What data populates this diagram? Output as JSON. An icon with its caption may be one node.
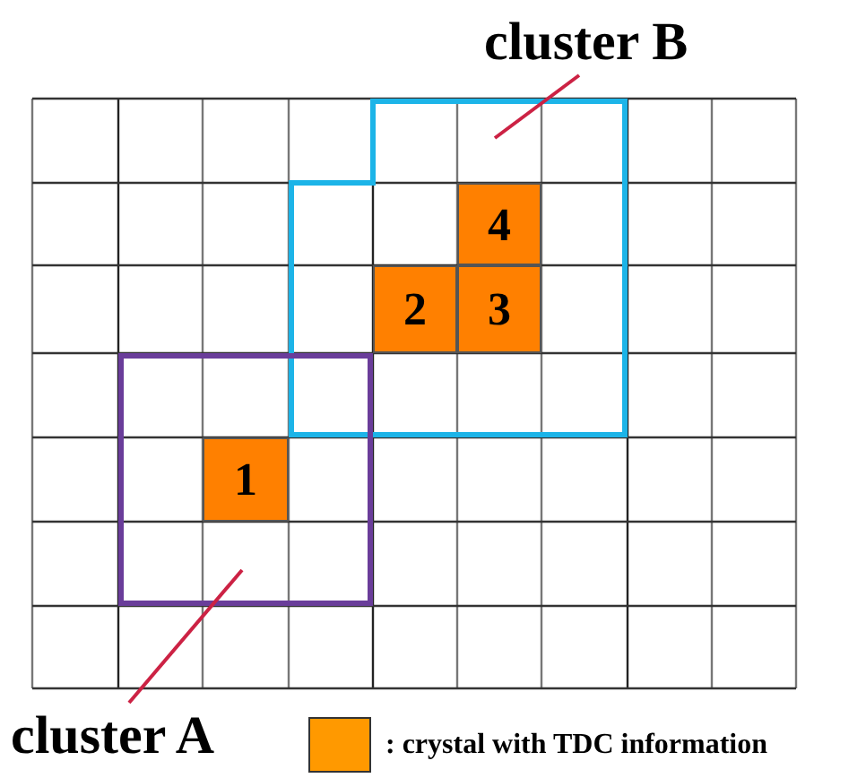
{
  "diagram": {
    "nodes": [
      {
        "text": [
          "cluster B"
        ]
      },
      {
        "text": [],
        "shape": "box"
      },
      {
        "text": [
          "cluster A"
        ]
      },
      {
        "text": [],
        "shape": "box"
      },
      {
        "text": [
          "4"
        ],
        "in": 1
      },
      {
        "text": [
          "2"
        ],
        "in": 1
      },
      {
        "text": [
          "3"
        ],
        "in": 1
      },
      {
        "text": [
          "1"
        ],
        "in": 3
      }
    ],
    "edges": [
      {
        "from": 0,
        "to": 1,
        "arrow": "none"
      },
      {
        "from": 2,
        "to": 3,
        "arrow": "none"
      }
    ],
    "legend": [
      {
        "text": ": crystal with TDC information",
        "color": "#ff9900"
      }
    ]
  }
}
